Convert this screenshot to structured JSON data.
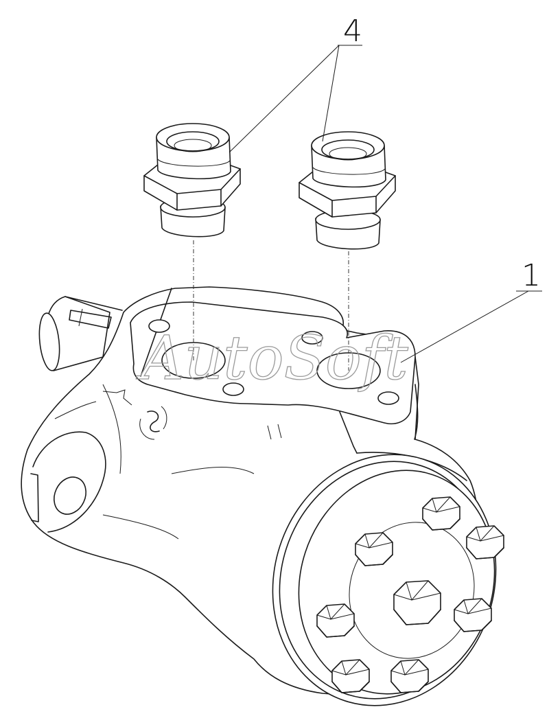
{
  "callouts": {
    "fitting_number": "4",
    "motor_number": "1"
  },
  "watermark": "AutoSoft",
  "colors": {
    "line": "#1a1a1a",
    "background": "#ffffff",
    "watermark": "#9a9a9a"
  }
}
